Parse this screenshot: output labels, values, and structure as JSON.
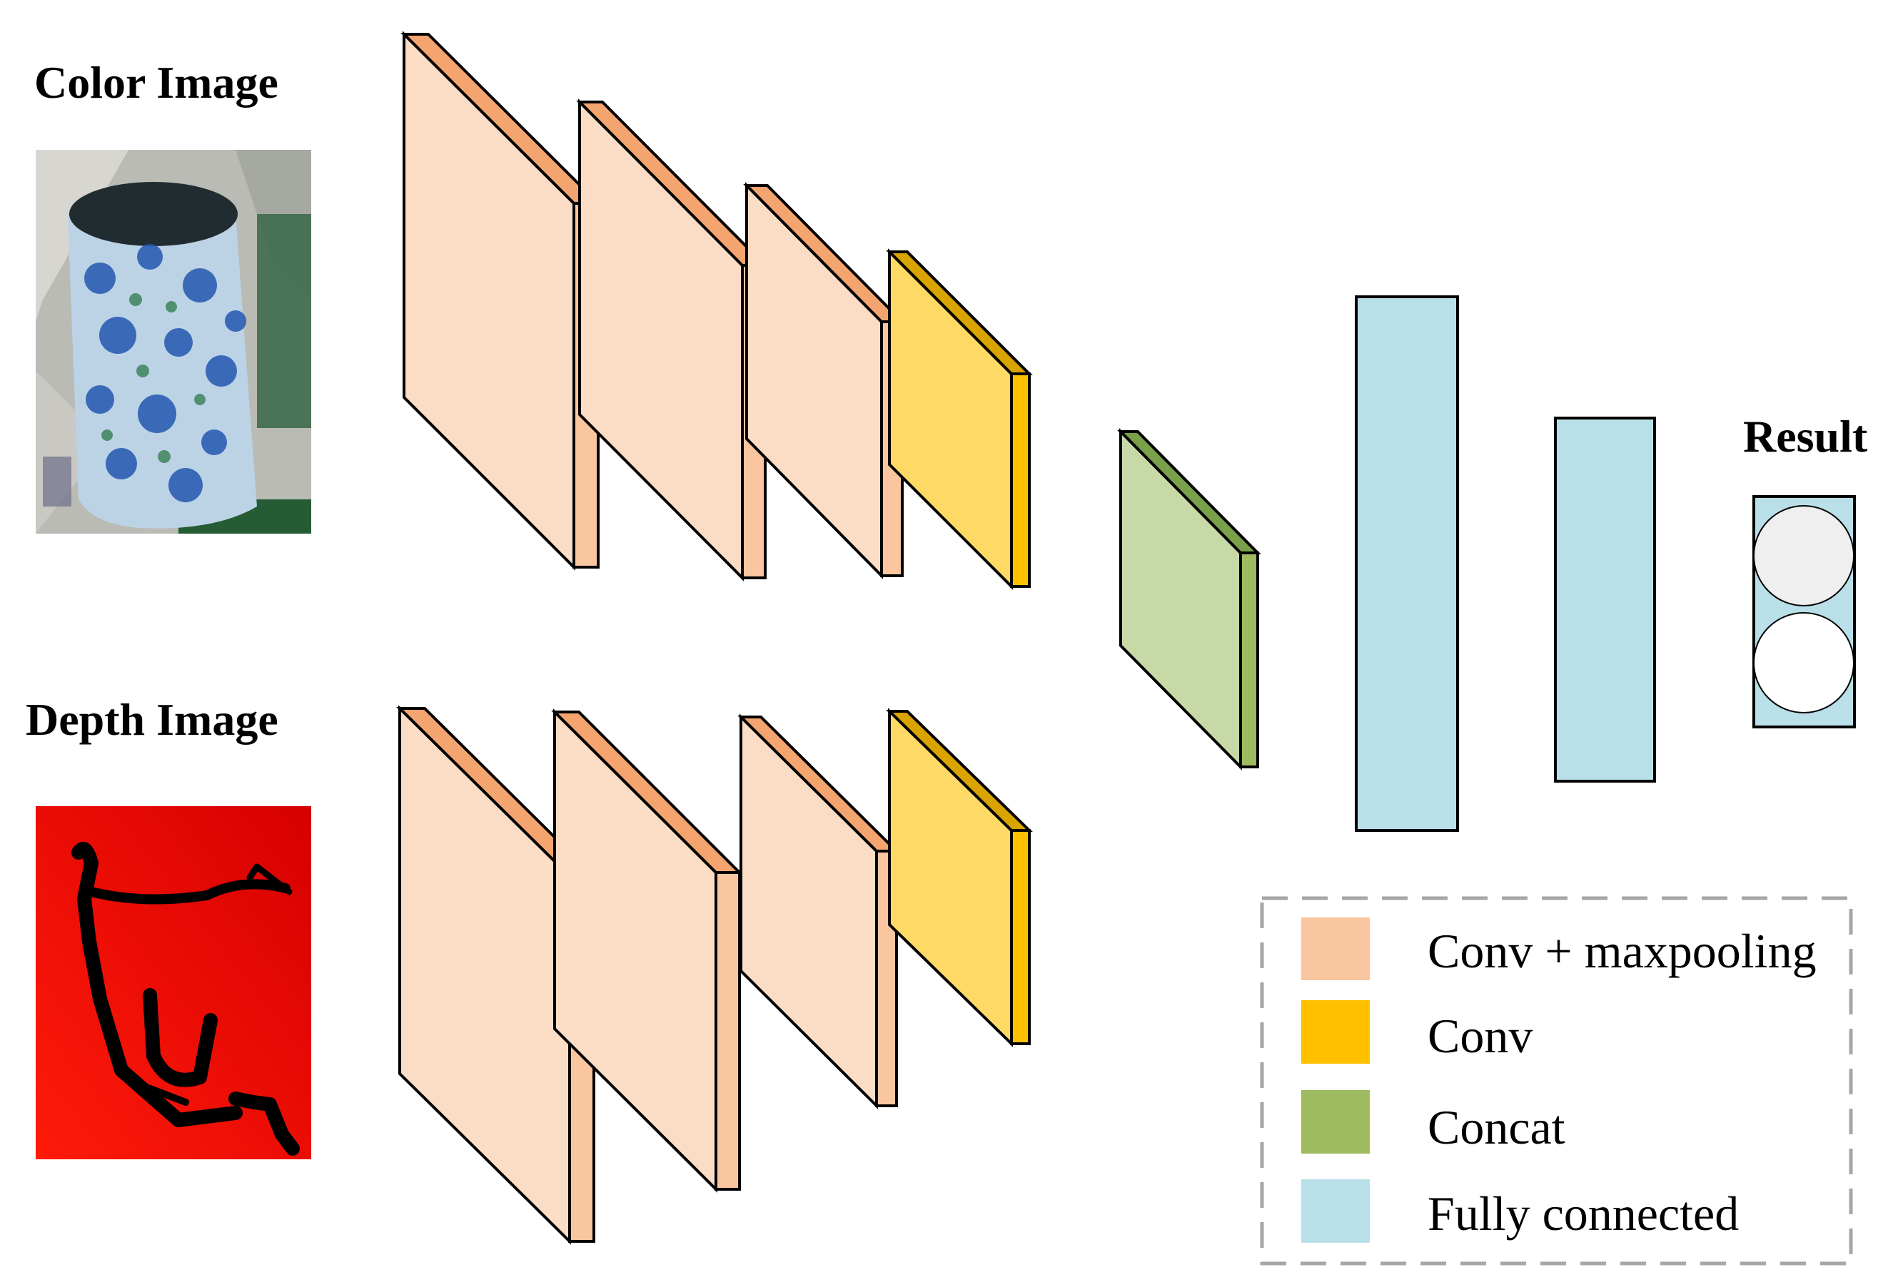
{
  "labels": {
    "color_image": "Color Image",
    "depth_image": "Depth Image",
    "result": "Result"
  },
  "legend": [
    {
      "label": "Conv + maxpooling",
      "color": "#f9c6a0"
    },
    {
      "label": "Conv",
      "color": "#ffc000"
    },
    {
      "label": "Concat",
      "color": "#9fbb5f"
    },
    {
      "label": "Fully connected",
      "color": "#b9dfe8"
    }
  ],
  "colors": {
    "conv_maxpool_face": "#fbdcc4",
    "conv_maxpool_edge": "#f4a46e",
    "conv_maxpool_side": "#f9c6a0",
    "conv_face": "#ffd966",
    "conv_edge": "#d9a300",
    "conv_side": "#ffc000",
    "concat_face": "#c8d9a8",
    "concat_edge": "#7aa04a",
    "concat_side": "#9fbb5f",
    "fc": "#b9dfe8",
    "result_top_circle": "#efefef",
    "result_bottom_circle": "#ffffff",
    "depth_background": "#e01010",
    "legend_border": "#a6a6a6"
  }
}
